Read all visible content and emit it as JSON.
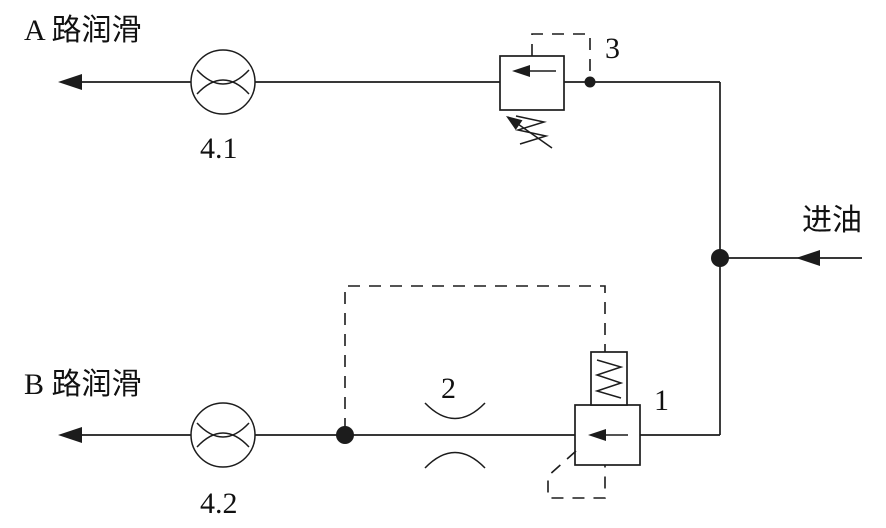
{
  "labels": {
    "path_a": "A 路润滑",
    "path_b": "B 路润滑",
    "oil_inlet": "进油",
    "valve_3": "3",
    "valve_1": "1",
    "throttle_2": "2",
    "flow_meter_a": "4.1",
    "flow_meter_b": "4.2"
  },
  "colors": {
    "line": "#1c1c1c",
    "background": "#ffffff"
  }
}
